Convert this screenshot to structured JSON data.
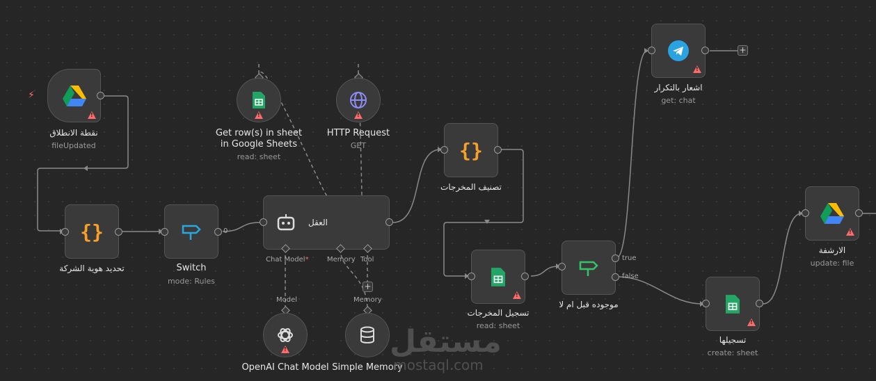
{
  "nodes": {
    "trigger": {
      "title": "نقطة الانطلاق",
      "subtitle": "fileUpdated"
    },
    "set_company": {
      "title": "تحديد هوية الشركة"
    },
    "switch": {
      "title": "Switch",
      "subtitle": "mode: Rules",
      "output": "0"
    },
    "agent": {
      "title": "العقل",
      "ports": {
        "chat_model": "Chat Model",
        "memory": "Memory",
        "tool": "Tool"
      }
    },
    "get_rows": {
      "title_line1": "Get row(s) in sheet",
      "title_line2": "in Google Sheets",
      "subtitle": "read: sheet"
    },
    "http": {
      "title": "HTTP Request",
      "subtitle": "GET"
    },
    "openai": {
      "title": "OpenAI Chat Model",
      "port_label": "Model"
    },
    "memory": {
      "title": "Simple Memory",
      "port_label": "Memory"
    },
    "classify": {
      "title": "تصنيف المخرجات"
    },
    "record_outputs": {
      "title": "تسجيل المخرجات",
      "subtitle": "read: sheet"
    },
    "exists_check": {
      "title": "موجوده قبل ام لا",
      "true_label": "true",
      "false_label": "false"
    },
    "telegram": {
      "title": "اشعار بالتكرار",
      "subtitle": "get: chat"
    },
    "register": {
      "title": "تسجيلها",
      "subtitle": "create: sheet"
    },
    "archive": {
      "title": "الارشفة",
      "subtitle": "update: file"
    }
  },
  "watermark": {
    "arabic": "مستقل",
    "latin": "mostaql.com"
  },
  "colors": {
    "warning": "#ff6b6b",
    "code": "#f7a128",
    "switch": "#2aa7e0",
    "if": "#35c46a",
    "sheets": "#23a566",
    "telegram": "#2aa3e0"
  }
}
